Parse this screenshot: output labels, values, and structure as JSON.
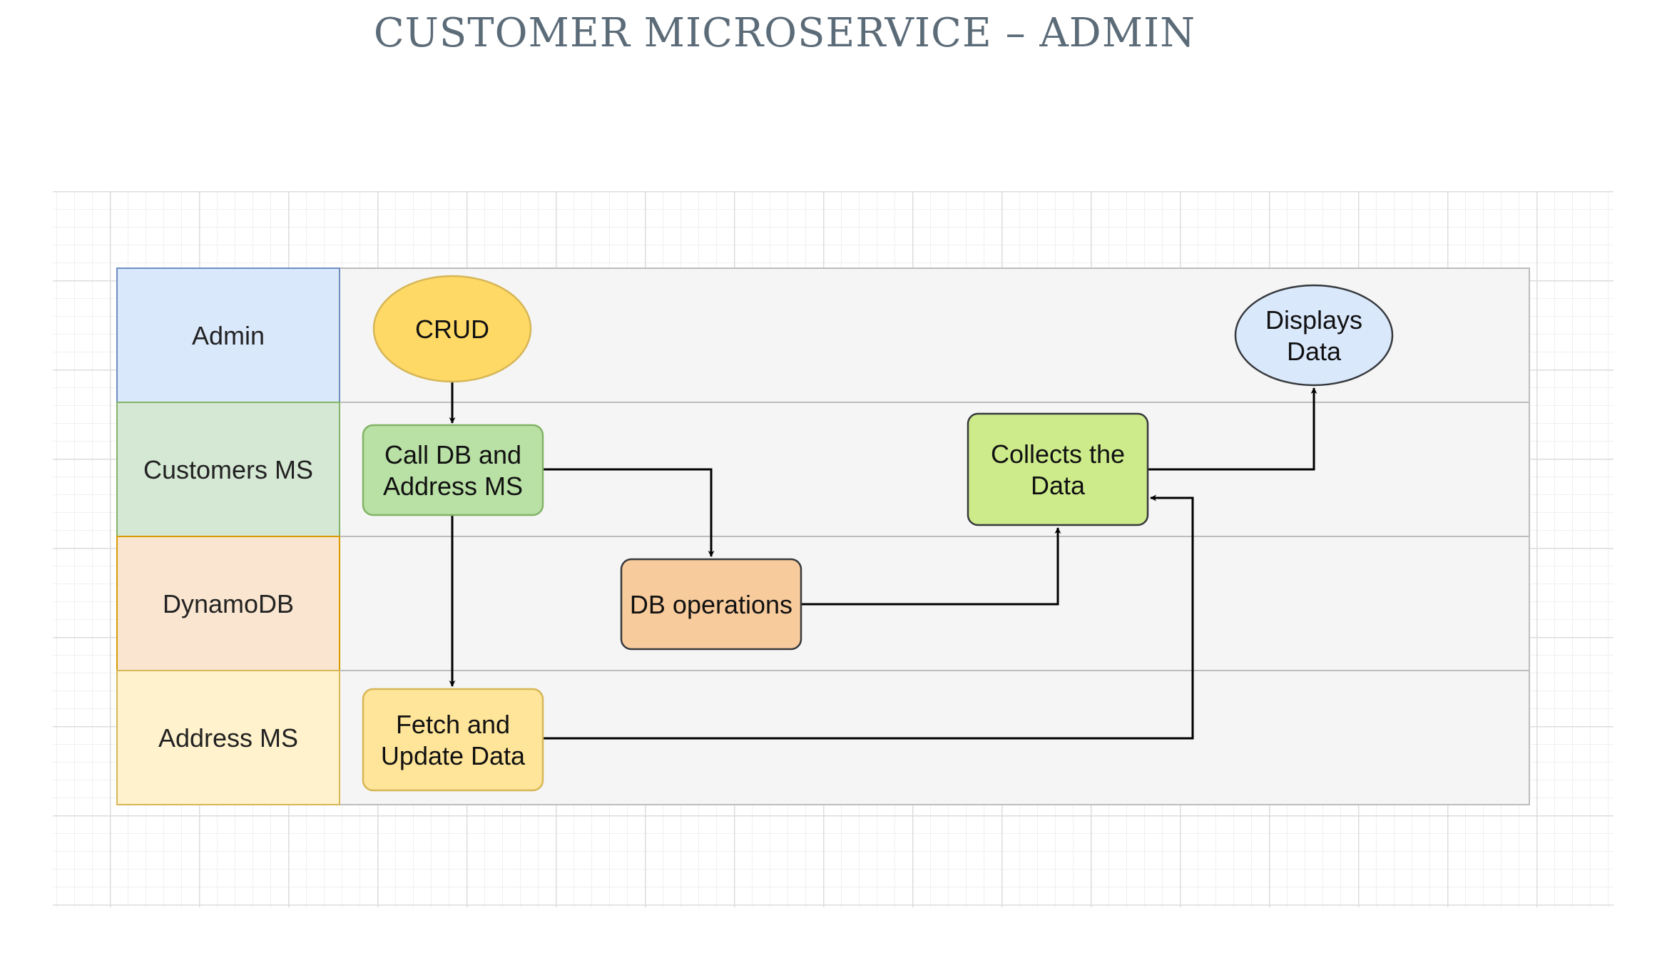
{
  "title": "CUSTOMER MICROSERVICE  – ADMIN",
  "lanes": [
    {
      "label": "Admin",
      "color": "#dae8fc",
      "border": "#6c8ebf"
    },
    {
      "label": "Customers MS",
      "color": "#d5e8d4",
      "border": "#82b366"
    },
    {
      "label": "DynamoDB",
      "color": "#fae6d0",
      "border": "#d79b00"
    },
    {
      "label": "Address MS",
      "color": "#fff2cc",
      "border": "#d6b656"
    }
  ],
  "nodes": {
    "crud": {
      "lines": [
        "CRUD"
      ],
      "fill": "#ffd966",
      "stroke": "#d6b656"
    },
    "call_db": {
      "lines": [
        "Call DB and",
        "Address MS"
      ],
      "fill": "#b9e0a5",
      "stroke": "#82b366"
    },
    "db_ops": {
      "lines": [
        "DB operations"
      ],
      "fill": "#f8cb9c",
      "stroke": "#36393d"
    },
    "collects": {
      "lines": [
        "Collects the",
        "Data"
      ],
      "fill": "#cdeb8b",
      "stroke": "#36393d"
    },
    "displays": {
      "lines": [
        "Displays",
        "Data"
      ],
      "fill": "#dae8fc",
      "stroke": "#36393d"
    },
    "fetch": {
      "lines": [
        "Fetch and",
        "Update Data"
      ],
      "fill": "#ffe599",
      "stroke": "#d6b656"
    }
  },
  "edges": [
    {
      "from": "crud",
      "to": "call_db"
    },
    {
      "from": "call_db",
      "to": "db_ops"
    },
    {
      "from": "call_db",
      "to": "fetch"
    },
    {
      "from": "db_ops",
      "to": "collects"
    },
    {
      "from": "fetch",
      "to": "collects"
    },
    {
      "from": "collects",
      "to": "displays"
    }
  ],
  "colors": {
    "swimlane_bg": "#f5f5f5",
    "swimlane_border": "#bdbdbd",
    "edge": "#000000",
    "title": "#5b6b78"
  }
}
